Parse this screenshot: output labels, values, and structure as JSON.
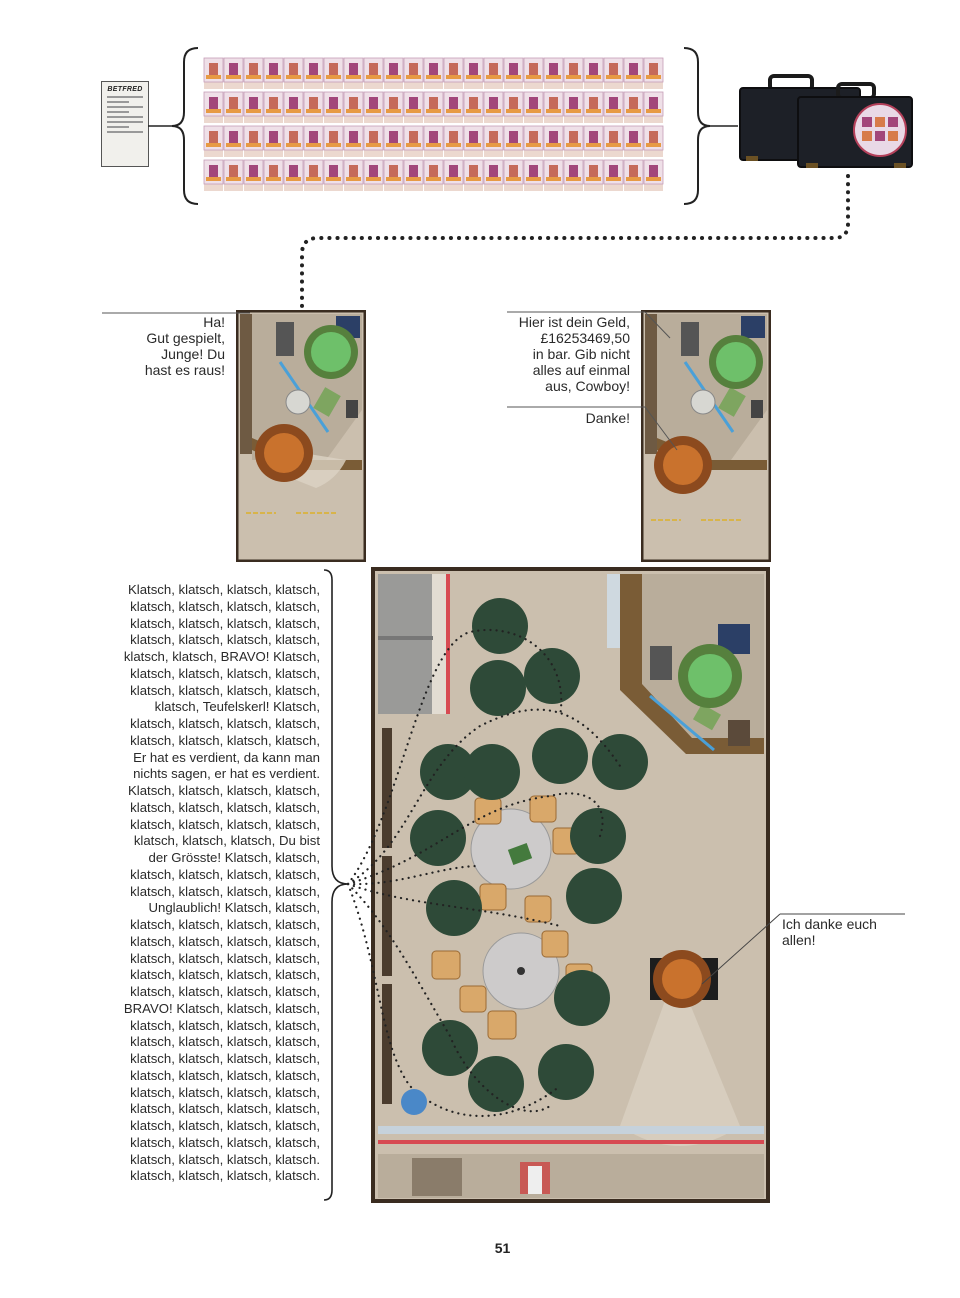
{
  "receipt": {
    "brand": "BETFRED"
  },
  "panel1": {
    "speech": [
      "Ha!",
      "Gut gespielt,",
      "Junge! Du",
      "hast es raus!"
    ]
  },
  "panel2": {
    "speech": [
      "Hier ist dein Geld,",
      "£16253469,50",
      "in bar. Gib nicht",
      "alles auf einmal",
      "aus, Cowboy!"
    ],
    "reply": "Danke!"
  },
  "crowd": {
    "lines": [
      "Klatsch, klatsch, klatsch, klatsch,",
      "klatsch, klatsch, klatsch, klatsch,",
      "klatsch, klatsch, klatsch, klatsch,",
      "klatsch, klatsch, klatsch, klatsch,",
      "klatsch, klatsch, BRAVO! Klatsch,",
      "klatsch, klatsch, klatsch, klatsch,",
      "klatsch, klatsch, klatsch, klatsch,",
      "klatsch, Teufelskerl! Klatsch,",
      "klatsch, klatsch, klatsch, klatsch,",
      "klatsch, klatsch, klatsch, klatsch,",
      "Er hat es verdient, da kann man",
      "nichts sagen, er hat es verdient.",
      "Klatsch, klatsch,  klatsch, klatsch,",
      "klatsch, klatsch, klatsch, klatsch,",
      "klatsch, klatsch, klatsch, klatsch,",
      "klatsch, klatsch, klatsch, Du bist",
      "der Grösste! Klatsch, klatsch,",
      "klatsch, klatsch, klatsch, klatsch,",
      "klatsch, klatsch, klatsch, klatsch,",
      "Unglaublich! Klatsch, klatsch,",
      "klatsch, klatsch, klatsch, klatsch,",
      "klatsch, klatsch, klatsch, klatsch,",
      "klatsch, klatsch, klatsch, klatsch,",
      "klatsch, klatsch, klatsch, klatsch,",
      "klatsch, klatsch, klatsch, klatsch,",
      "BRAVO! Klatsch, klatsch, klatsch,",
      "klatsch, klatsch, klatsch, klatsch,",
      "klatsch, klatsch, klatsch, klatsch,",
      "klatsch, klatsch, klatsch, klatsch,",
      "klatsch, klatsch, klatsch, klatsch,",
      "klatsch, klatsch, klatsch, klatsch,",
      "klatsch, klatsch, klatsch, klatsch,",
      "klatsch, klatsch, klatsch, klatsch,",
      "klatsch, klatsch, klatsch, klatsch,",
      "klatsch, klatsch, klatsch, klatsch.",
      "klatsch, klatsch, klatsch, klatsch."
    ]
  },
  "winner": {
    "speech": [
      "Ich danke euch",
      "allen!"
    ]
  },
  "page_number": "51",
  "colors": {
    "winner": "#c9722d",
    "cashier": "#6ec06a",
    "crowd": "#2e4a38",
    "floor": "#cdc2b0",
    "frame": "#3a2c20",
    "dotted": "#222222"
  }
}
